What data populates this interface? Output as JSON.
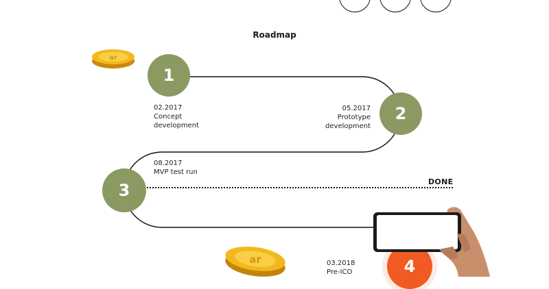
{
  "section": {
    "title": "Roadmap"
  },
  "colors": {
    "node_done": "#8b9a63",
    "node_current": "#f15a22",
    "line": "#111111"
  },
  "milestones": [
    {
      "number": "1",
      "date": "02.2017",
      "label_line1": "Concept",
      "label_line2": "development",
      "status": "done"
    },
    {
      "number": "2",
      "date": "05.2017",
      "label_line1": "Prototype",
      "label_line2": "development",
      "status": "done"
    },
    {
      "number": "3",
      "date": "08.2017",
      "label_line1": "MVP test run",
      "label_line2": "",
      "status": "done"
    },
    {
      "number": "4",
      "date": "03.2018",
      "label_line1": "Pre-ICO",
      "label_line2": "",
      "status": "current"
    }
  ],
  "progress_marker": {
    "label": "DONE"
  },
  "icons": [
    "coin-icon",
    "coin-icon",
    "hand-holding-phone-icon"
  ]
}
